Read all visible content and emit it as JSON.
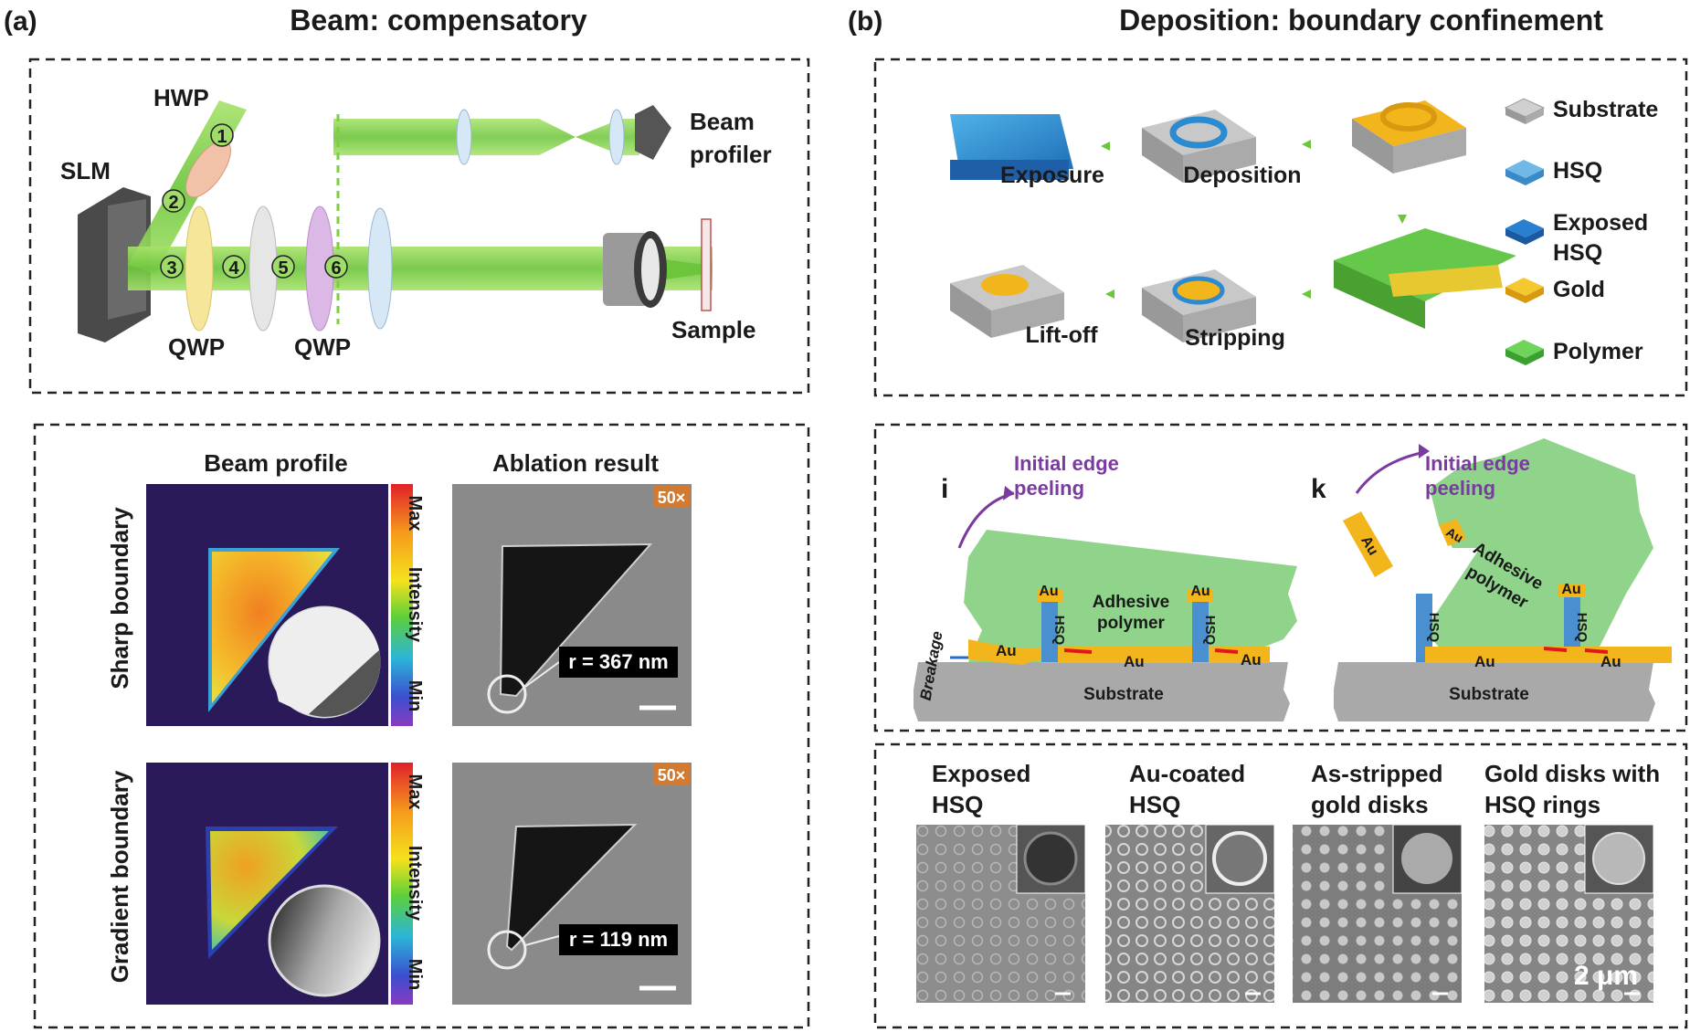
{
  "panel_a": {
    "label": "(a)",
    "title": "Beam: compensatory",
    "setup": {
      "hwp": "HWP",
      "slm": "SLM",
      "qwp1": "QWP",
      "qwp2": "QWP",
      "beam_profiler_line1": "Beam",
      "beam_profiler_line2": "profiler",
      "sample": "Sample",
      "markers": [
        "1",
        "2",
        "3",
        "4",
        "5",
        "6"
      ]
    },
    "results": {
      "col_beam_profile": "Beam profile",
      "col_ablation": "Ablation result",
      "row_sharp": "Sharp boundary",
      "row_gradient": "Gradient boundary",
      "colorbar_max": "Max",
      "colorbar_intensity": "Intensity",
      "colorbar_min": "Min",
      "magnification": "50×",
      "radius_sharp": "r = 367 nm",
      "radius_gradient": "r = 119 nm"
    }
  },
  "panel_b": {
    "label": "(b)",
    "title": "Deposition: boundary confinement",
    "process": {
      "exposure": "Exposure",
      "deposition": "Deposition",
      "stripping": "Stripping",
      "liftoff": "Lift-off"
    },
    "legend": {
      "substrate": "Substrate",
      "hsq": "HSQ",
      "exposed_hsq_line1": "Exposed",
      "exposed_hsq_line2": "HSQ",
      "gold": "Gold",
      "polymer": "Polymer"
    },
    "mechanism": {
      "label_i": "i",
      "label_k": "k",
      "peeling_line1": "Initial edge",
      "peeling_line2": "peeling",
      "adhesive_line1": "Adhesive",
      "adhesive_line2": "polymer",
      "au": "Au",
      "hsq": "HSQ",
      "substrate": "Substrate",
      "breakage": "Breakage"
    },
    "sem": {
      "col1_line1": "Exposed",
      "col1_line2": "HSQ",
      "col2_line1": "Au-coated",
      "col2_line2": "HSQ",
      "col3_line1": "As-stripped",
      "col3_line2": "gold disks",
      "col4_line1": "Gold disks with",
      "col4_line2": "HSQ rings",
      "scale": "2 μm"
    }
  },
  "colors": {
    "beam_green": "#7ccf3c",
    "gold": "#f2b51c",
    "hsq_blue": "#4a9bd4",
    "polymer_green": "#8fd48a",
    "substrate_gray": "#a9a9a9",
    "accent_purple": "#7a3aa0"
  }
}
